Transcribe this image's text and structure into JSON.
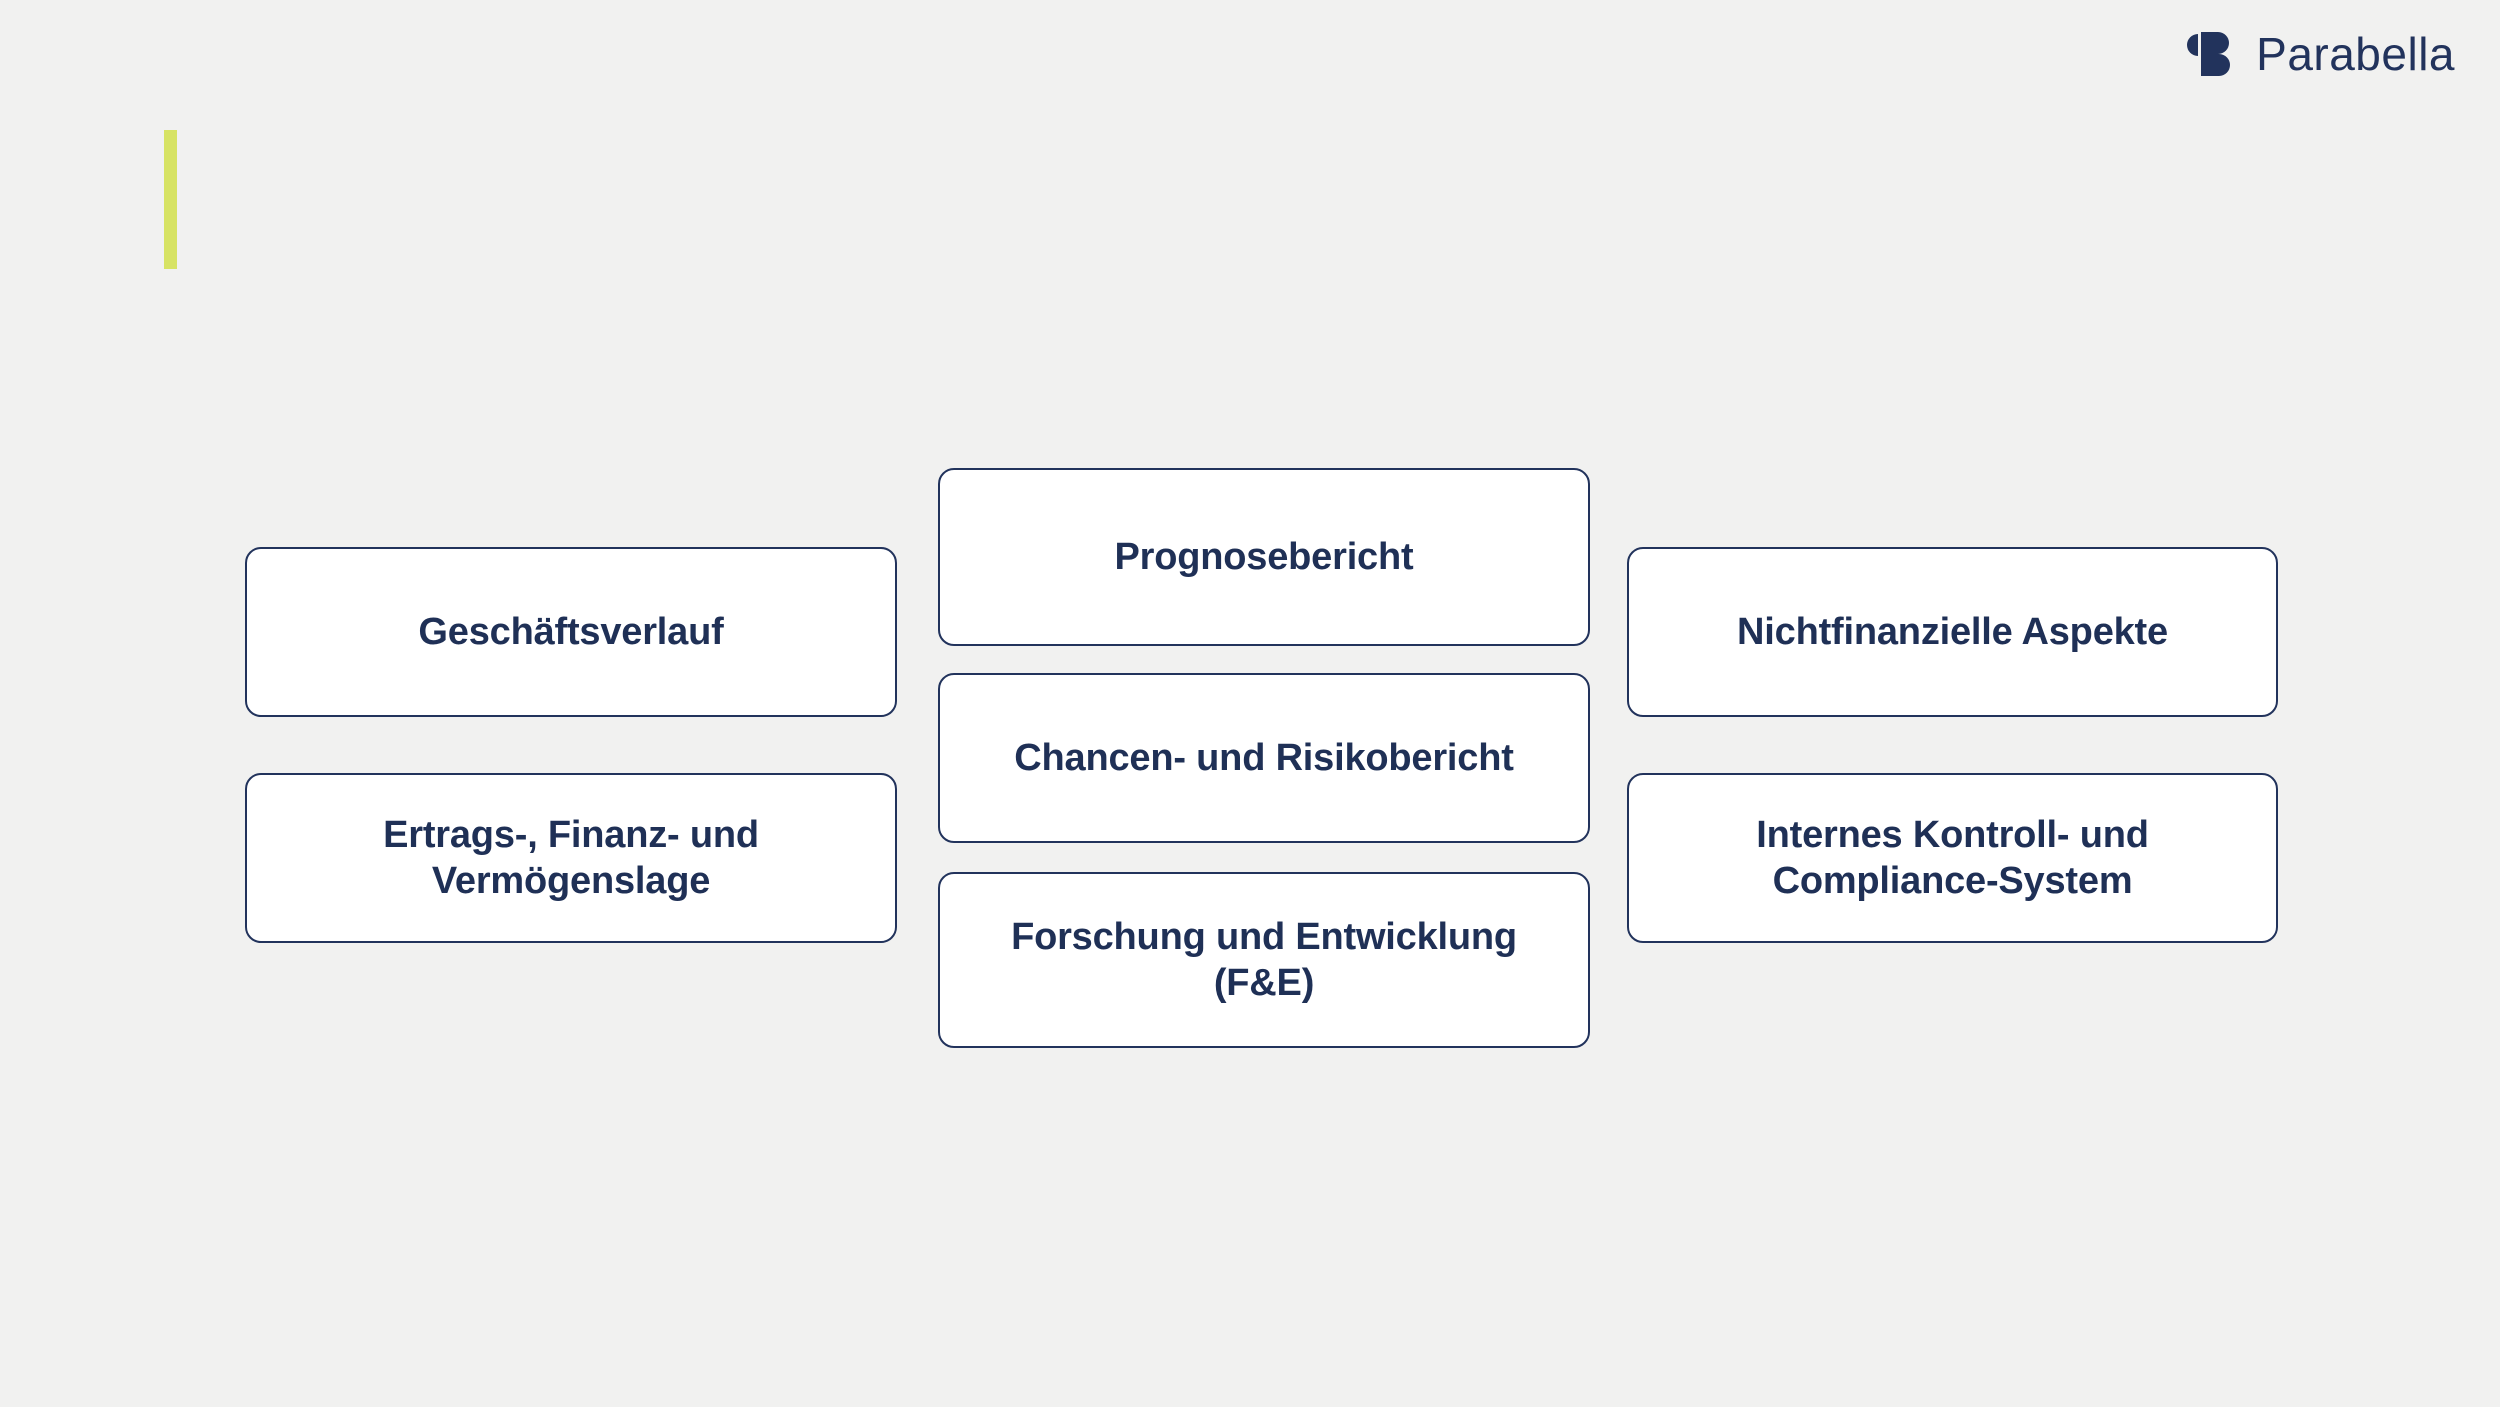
{
  "slide": {
    "background_color": "#F1F1F0",
    "accent_color": "#D7E364",
    "brand_color": "#22335C",
    "card_text_color": "#1F3056",
    "card_fill_color": "#FFFFFF",
    "title": ""
  },
  "brand": {
    "name": "Parabella",
    "mark_icon": "parabella-b-mark-icon"
  },
  "columns": [
    {
      "id": "left",
      "cards": [
        {
          "label": "Geschäftsverlauf"
        },
        {
          "label": "Ertrags-, Finanz- und\nVermögenslage"
        }
      ]
    },
    {
      "id": "middle",
      "cards": [
        {
          "label": "Prognosebericht"
        },
        {
          "label": "Chancen- und Risikobericht"
        },
        {
          "label": "Forschung und Entwicklung\n(F&E)"
        }
      ]
    },
    {
      "id": "right",
      "cards": [
        {
          "label": "Nichtfinanzielle Aspekte"
        },
        {
          "label": "Internes Kontroll- und\nCompliance-System"
        }
      ]
    }
  ]
}
